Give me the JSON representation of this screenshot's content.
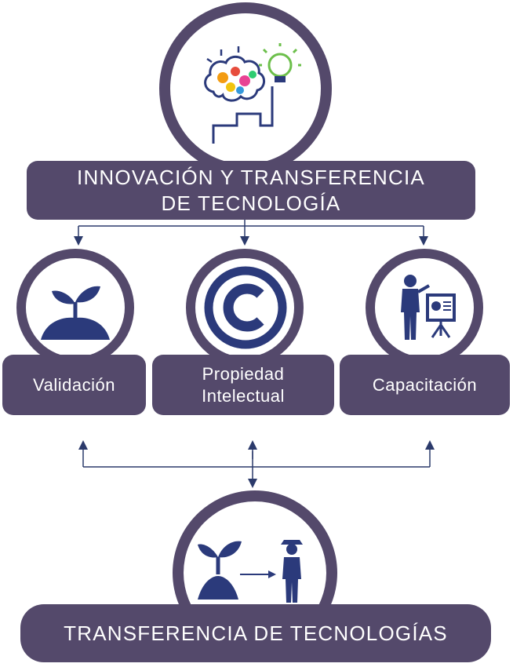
{
  "colors": {
    "primary": "#54496b",
    "icon_dark": "#2b3a7b",
    "icon_green": "#6cbf4b"
  },
  "top": {
    "icon": "brain-lightbulb-icon",
    "line1": "INNOVACIÓN Y TRANSFERENCIA",
    "line2": "DE TECNOLOGÍA"
  },
  "branches": [
    {
      "icon": "seedling-icon",
      "label": "Validación"
    },
    {
      "icon": "copyright-icon",
      "line1": "Propiedad",
      "line2": "Intelectual"
    },
    {
      "icon": "presenter-icon",
      "label": "Capacitación"
    }
  ],
  "bottom": {
    "icon": "plant-to-farmer-icon",
    "label": "TRANSFERENCIA DE TECNOLOGÍAS"
  }
}
